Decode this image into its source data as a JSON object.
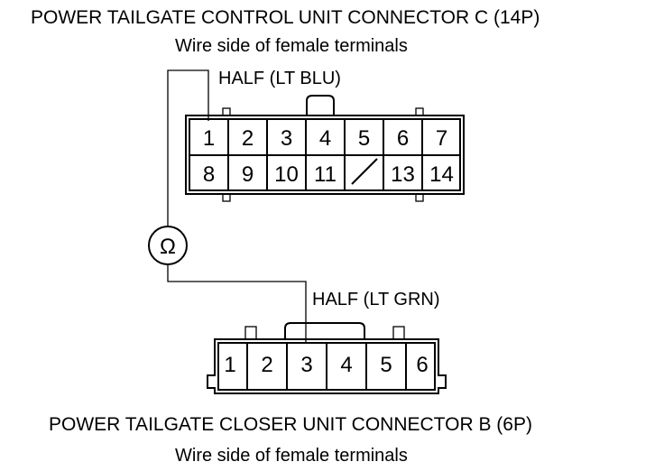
{
  "connector_c": {
    "title": "POWER TAILGATE CONTROL UNIT CONNECTOR C (14P)",
    "subtitle": "Wire side of female terminals",
    "probe_wire": "HALF (LT BLU)",
    "row1": [
      "1",
      "2",
      "3",
      "4",
      "5",
      "6",
      "7"
    ],
    "row2": [
      "8",
      "9",
      "10",
      "11",
      "",
      "13",
      "14"
    ]
  },
  "meter": {
    "symbol": "Ω"
  },
  "connector_b": {
    "title": "POWER TAILGATE CLOSER UNIT CONNECTOR B (6P)",
    "subtitle": "Wire side of female terminals",
    "probe_wire": "HALF (LT GRN)",
    "pins": [
      "1",
      "2",
      "3",
      "4",
      "5",
      "6"
    ]
  }
}
